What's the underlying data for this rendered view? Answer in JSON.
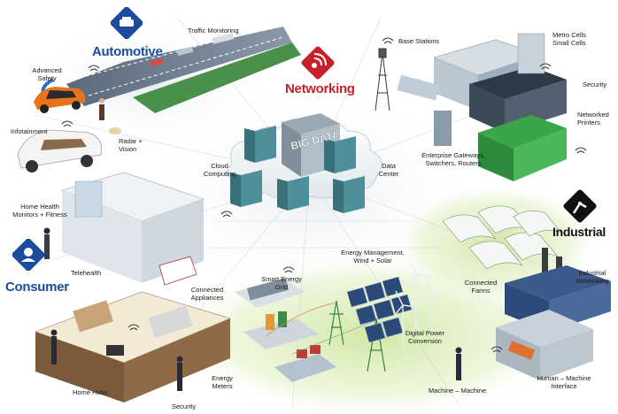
{
  "sections": {
    "automotive": "Automotive",
    "networking": "Networking",
    "industrial": "Industrial",
    "consumer": "Consumer"
  },
  "center": {
    "big_data": "BIG DATA"
  },
  "labels": {
    "traffic_monitoring": "Traffic Monitoring",
    "advanced_safety_1": "Advanced",
    "advanced_safety_2": "Safety",
    "infotainment": "Infotainment",
    "radar_vision_1": "Radar +",
    "radar_vision_2": "Vision",
    "base_stations": "Base Stations",
    "metro_cells_1": "Metro Cells",
    "metro_cells_2": "Small Cells",
    "security_top": "Security",
    "networked_printers_1": "Networked",
    "networked_printers_2": "Printers",
    "enterprise_1": "Enterprise Gateways,",
    "enterprise_2": "Switchers, Routers",
    "cloud_computing_1": "Cloud",
    "cloud_computing_2": "Computing",
    "data_center_1": "Data",
    "data_center_2": "Center",
    "home_health_1": "Home Health",
    "home_health_2": "Monitors + Fitness",
    "telehealth": "Telehealth",
    "connected_appliances_1": "Connected",
    "connected_appliances_2": "Appliances",
    "smart_energy_grid_1": "Smart Energy",
    "smart_energy_grid_2": "Grid",
    "energy_management_1": "Energy Management,",
    "energy_management_2": "Wind + Solar",
    "connected_farms_1": "Connected",
    "connected_farms_2": "Farms",
    "industrial_networking_1": "Industrial",
    "industrial_networking_2": "Networking",
    "digital_power_1": "Digital Power",
    "digital_power_2": "Conversion",
    "home_hubs": "Home Hubs",
    "security_bottom": "Security",
    "energy_meters_1": "Energy",
    "energy_meters_2": "Meters",
    "machine_machine": "Machine – Machine",
    "human_machine_1": "Human – Machine",
    "human_machine_2": "Interface"
  },
  "colors": {
    "automotive": "#1a4b9c",
    "networking": "#c8202a",
    "industrial": "#111111",
    "consumer": "#1a4b9c",
    "glow_green": "#d8ecb0",
    "server_teal": "#4f8f9a",
    "cloud": "#eef3f6"
  },
  "icons": [
    "car-badge-icon",
    "wifi-antenna-badge-icon",
    "robot-arm-badge-icon",
    "head-figure-badge-icon"
  ]
}
